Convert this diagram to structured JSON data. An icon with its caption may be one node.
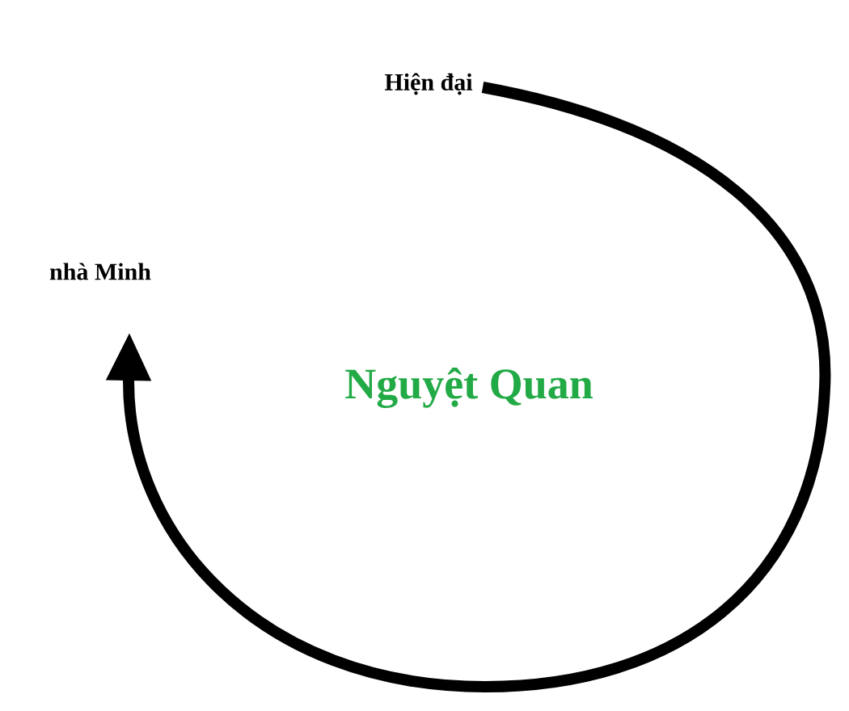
{
  "diagram": {
    "nodes": [
      {
        "text": [
          "Hiện đại"
        ]
      },
      {
        "text": [
          "nhà Minh"
        ]
      }
    ],
    "edges": [
      {
        "from": 0,
        "to": 1,
        "arrow": "to"
      }
    ],
    "labels": [
      "Nguyệt Quan"
    ]
  }
}
